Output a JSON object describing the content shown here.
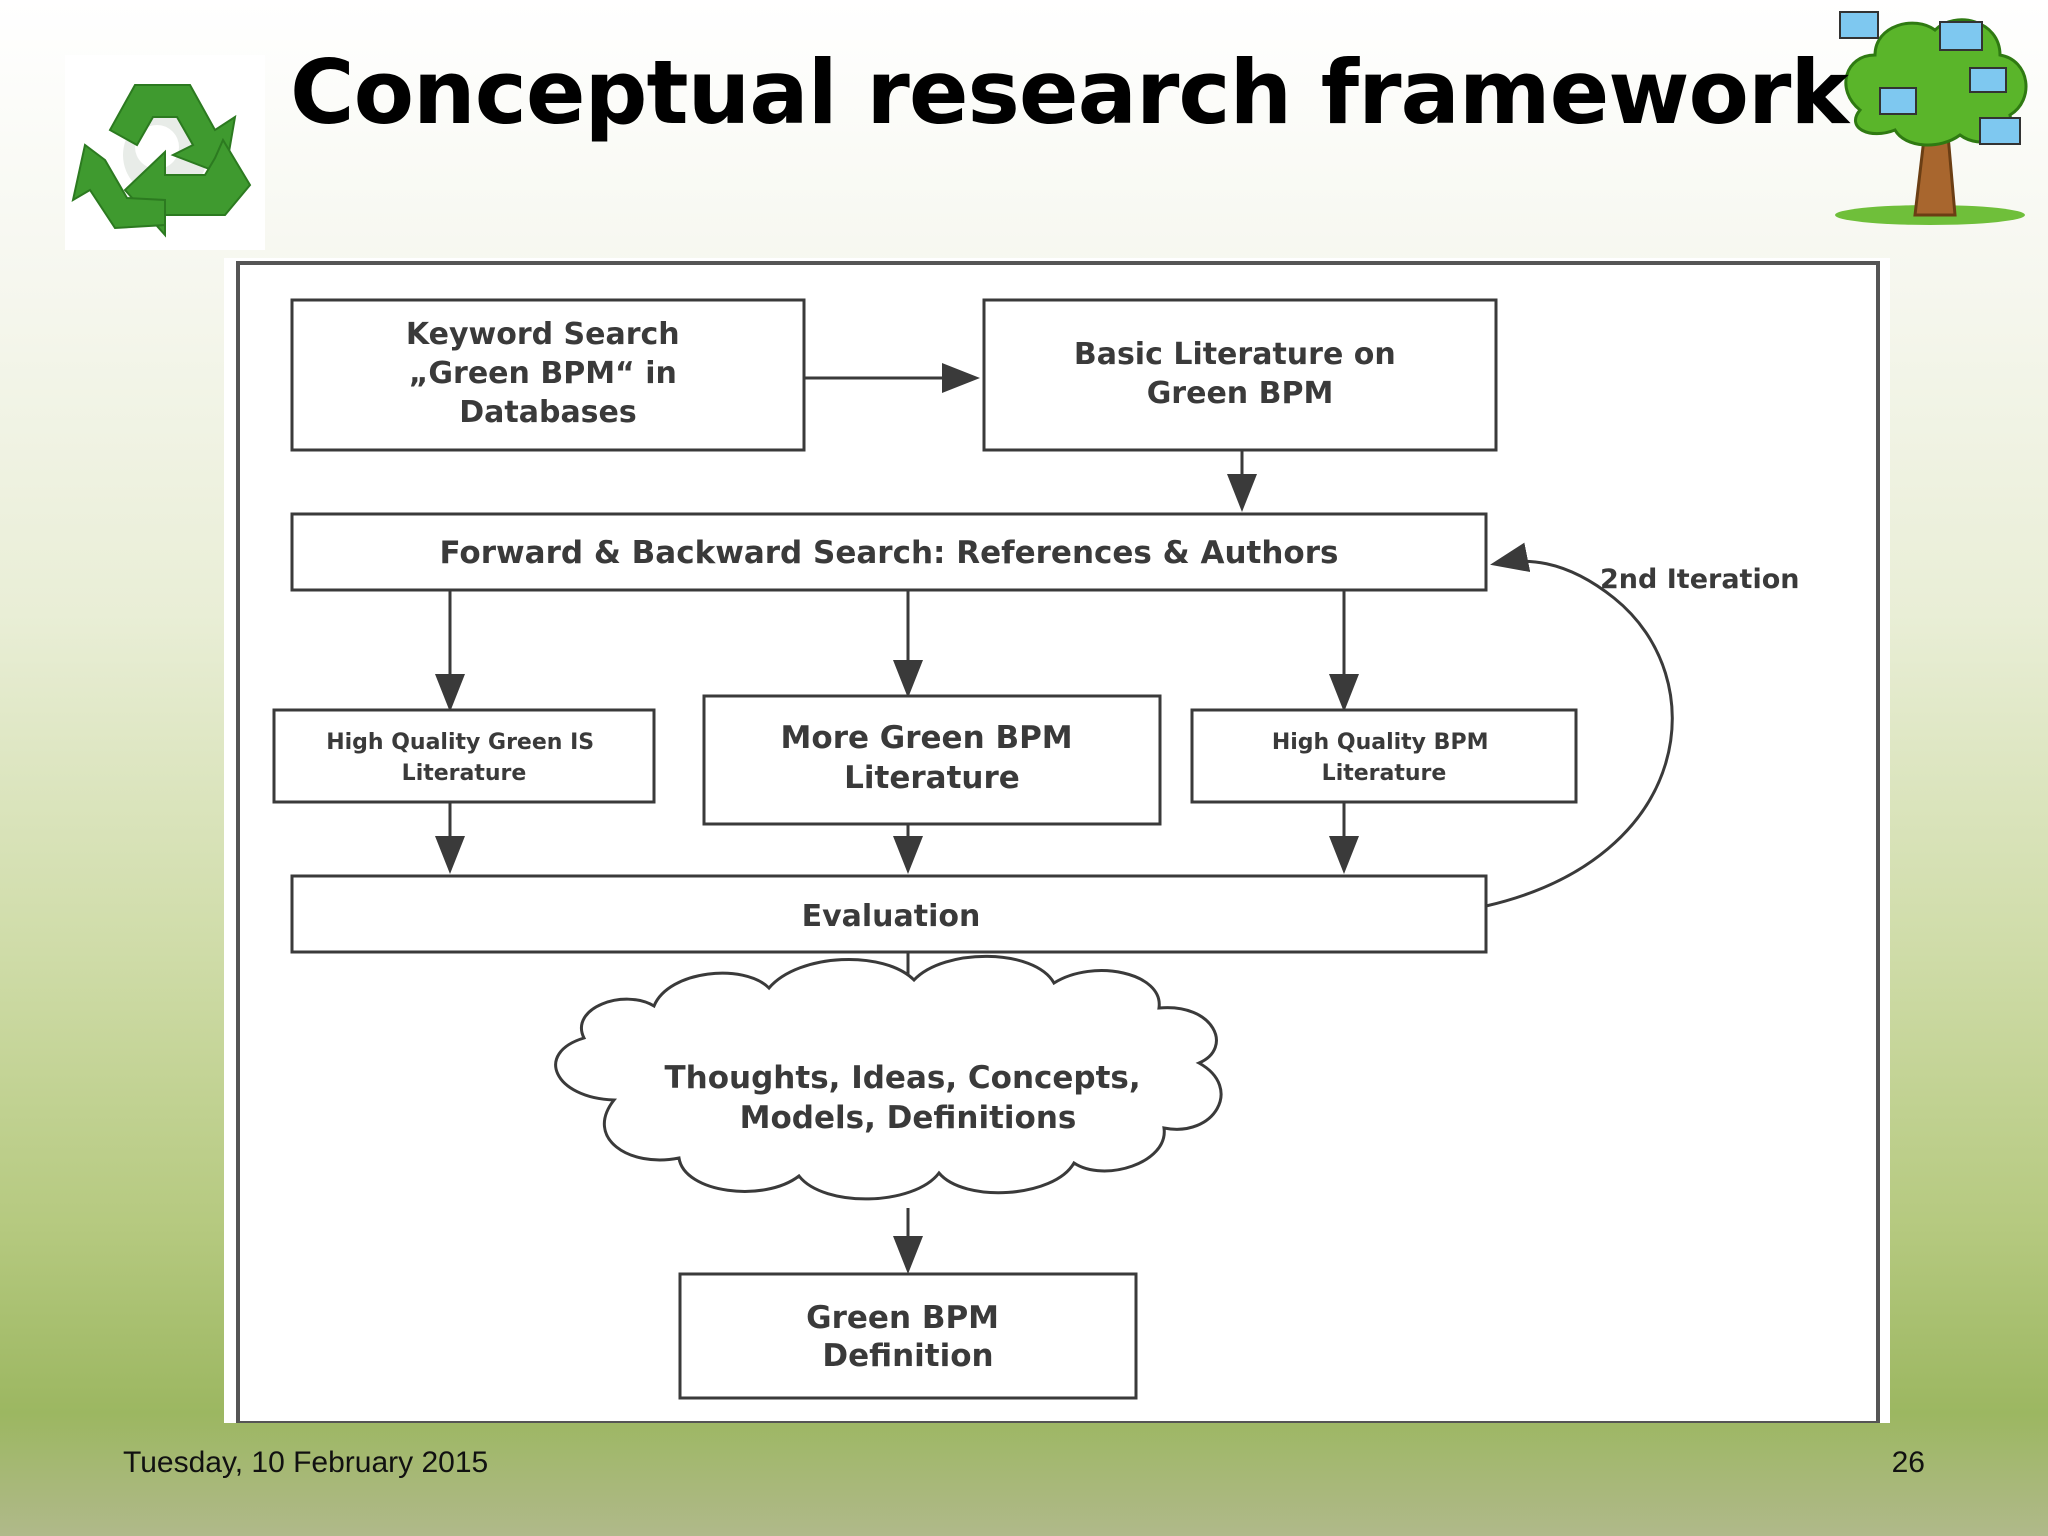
{
  "slide": {
    "title": "Conceptual research framework",
    "date": "Tuesday, 10 February 2015",
    "page_number": "26"
  },
  "icons": {
    "left": "recycle-icon",
    "right": "computer-tree-icon"
  },
  "diagram": {
    "nodes": {
      "keyword_search": [
        "Keyword Search",
        "„Green BPM“ in",
        "Databases"
      ],
      "basic_literature": [
        "Basic Literature on",
        "Green BPM"
      ],
      "forward_backward": [
        "Forward & Backward Search: References & Authors"
      ],
      "hq_green_is": [
        "High Quality Green IS",
        "Literature"
      ],
      "more_green_bpm": [
        "More Green BPM",
        "Literature"
      ],
      "hq_bpm": [
        "High Quality BPM",
        "Literature"
      ],
      "evaluation": [
        "Evaluation"
      ],
      "thoughts": [
        "Thoughts, Ideas, Concepts,",
        "Models, Definitions"
      ],
      "definition": [
        "Green BPM",
        "Definition"
      ]
    },
    "iteration_label": "2nd Iteration"
  }
}
